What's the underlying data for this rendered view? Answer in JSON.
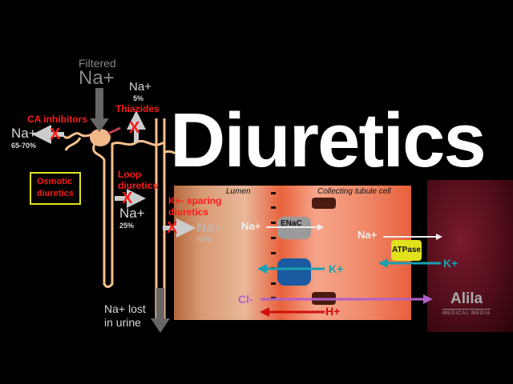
{
  "title": "Diuretics",
  "nephron": {
    "filtered_label": "Filtered",
    "filtered_ion": "Na+",
    "ca_inhibitors": "CA inhibitors",
    "proximal_ion": "Na+",
    "proximal_pct": "65-70%",
    "osmotic_line1": "Osmotic",
    "osmotic_line2": "diuretics",
    "thiazide_ion": "Na+",
    "thiazide_pct": "5%",
    "thiazides": "Thiazides",
    "loop_line1": "Loop",
    "loop_line2": "diuretics",
    "loop_ion": "Na+",
    "loop_pct": "25%",
    "ksparing_line1": "K+- sparing",
    "ksparing_line2": "diuretics",
    "collecting_ion": "Na+",
    "collecting_pct": "<5%",
    "lost_line1": "Na+ lost",
    "lost_line2": "in urine",
    "block_mark": "X"
  },
  "cell_panel": {
    "lumen": "Lumen",
    "cell": "Collecting tubule cell",
    "enac": "ENaC",
    "na_in": "Na+",
    "na_out": "Na+",
    "atpase": "ATPase",
    "k_blood": "K+",
    "k_lumen": "K+",
    "cl": "Cl-",
    "h": "H+"
  },
  "logo": {
    "name": "Alila",
    "sub": "MEDICAL MEDIA"
  },
  "colors": {
    "block": "#ff1a1a",
    "tubule": "#f5c08c",
    "k_arrow": "#1aa0b0",
    "cl_arrow": "#b060c8",
    "h_arrow": "#d01010"
  }
}
